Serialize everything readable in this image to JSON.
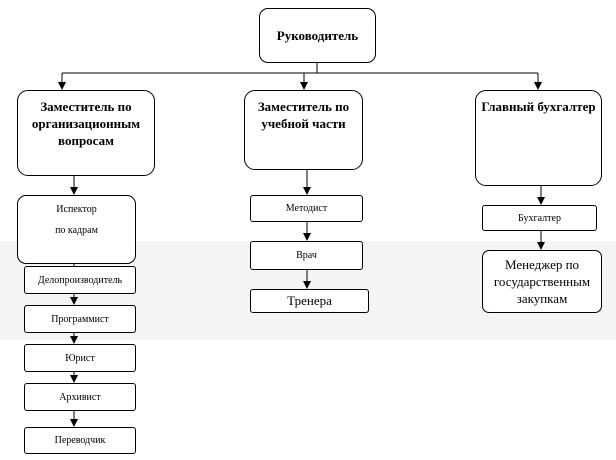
{
  "head": {
    "label": "Руководитель"
  },
  "deputies": [
    {
      "label": "Заместитель по организационным вопросам"
    },
    {
      "label": "Заместитель по учебной части"
    },
    {
      "label": "Главный бухгалтер"
    }
  ],
  "org_staff": {
    "inspector_line1": "Испектор",
    "inspector_line2": "по кадрам",
    "items": [
      "Делопроизводитель",
      "Программист",
      "Юрист",
      "Архивист",
      "Переводчик"
    ]
  },
  "edu_staff": {
    "items": [
      "Методист",
      "Врач",
      "Тренера"
    ]
  },
  "acc_staff": {
    "accountant": "Бухгалтер",
    "manager_line1": "Менеджер по",
    "manager_line2": "государственным",
    "manager_line3": "закупкам"
  }
}
